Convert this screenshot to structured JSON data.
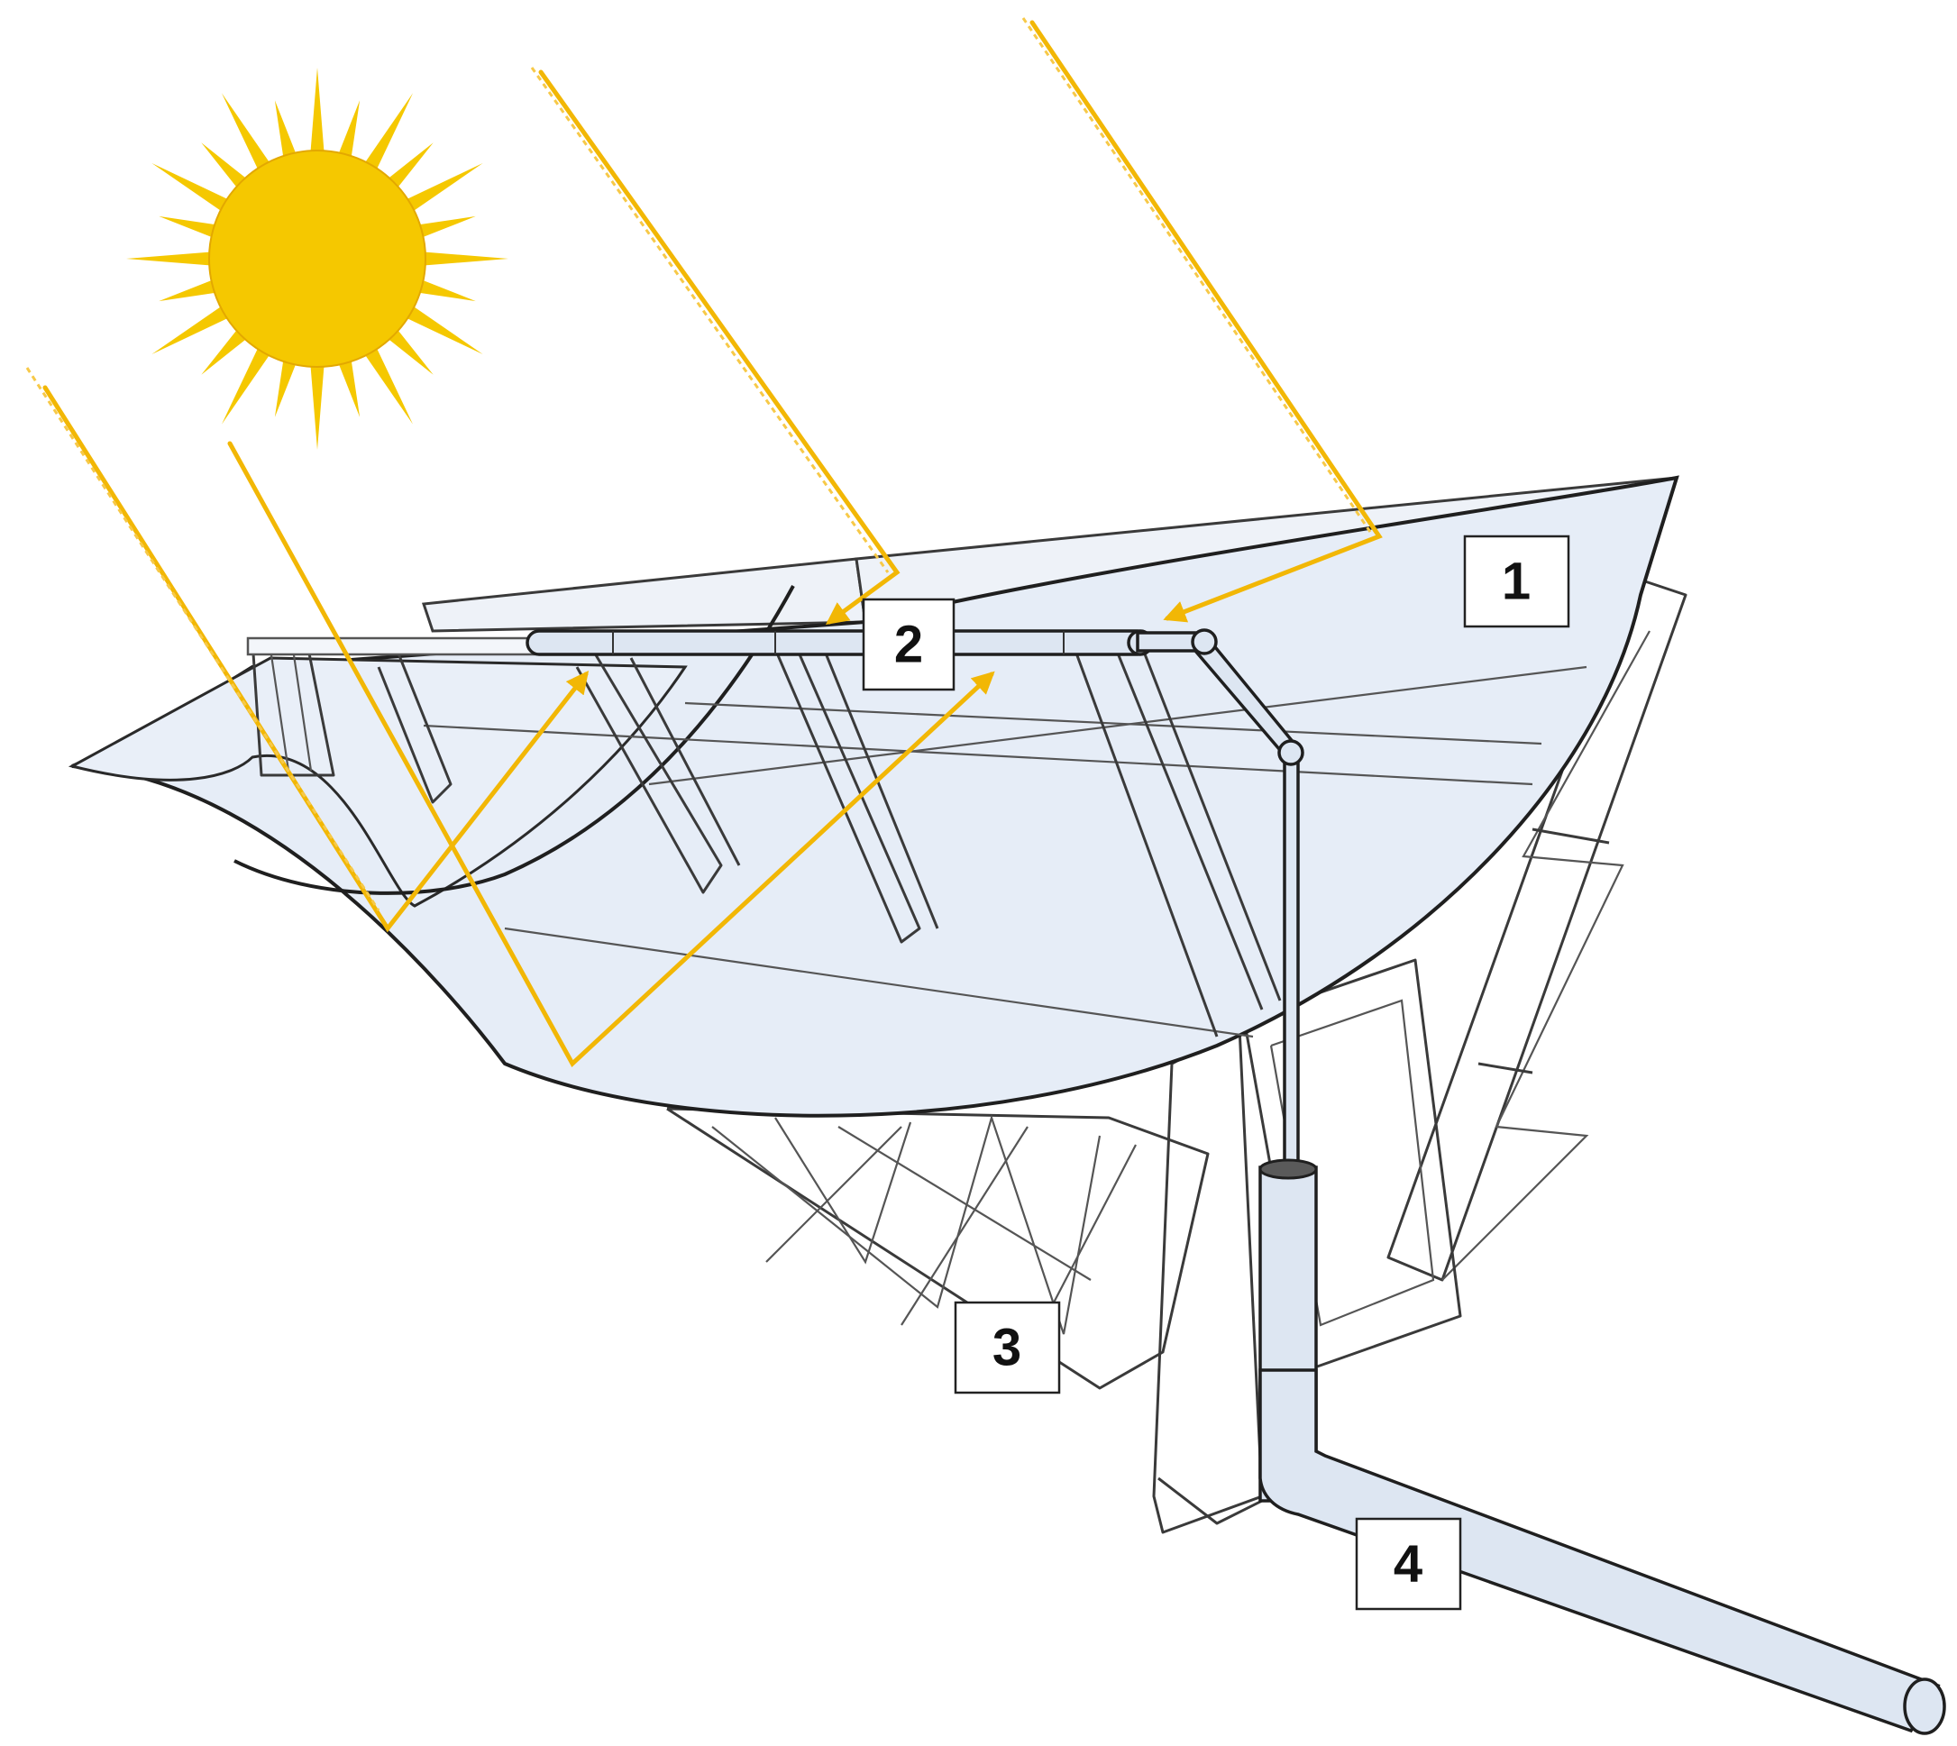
{
  "colors": {
    "sun": "#f5c800",
    "ray": "#f2b705",
    "mirror_fill": "#e6edf7",
    "structure": "#3a3a3a"
  },
  "icons": {
    "sun": "sun-icon"
  },
  "callouts": [
    {
      "id": "1",
      "label": "1"
    },
    {
      "id": "2",
      "label": "2"
    },
    {
      "id": "3",
      "label": "3"
    },
    {
      "id": "4",
      "label": "4"
    }
  ]
}
